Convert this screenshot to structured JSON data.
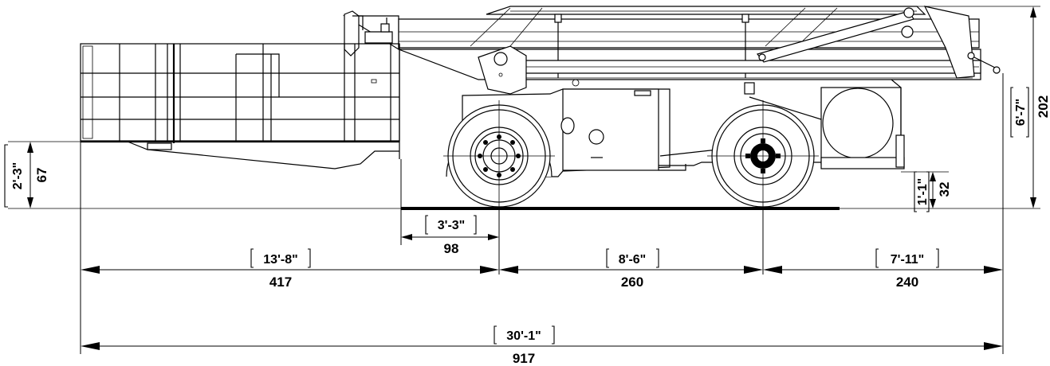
{
  "dimensions": {
    "platform_height": {
      "metric": "67",
      "imperial": "2'-3\""
    },
    "overall_height": {
      "metric": "202",
      "imperial": "6'-7\""
    },
    "ground_clearance": {
      "metric": "32",
      "imperial": "1'-1\""
    },
    "front_overhang_offset": {
      "metric": "98",
      "imperial": "3'-3\""
    },
    "platform_to_front_axle": {
      "metric": "417",
      "imperial": "13'-8\""
    },
    "wheelbase": {
      "metric": "260",
      "imperial": "8'-6\""
    },
    "rear_overhang": {
      "metric": "240",
      "imperial": "7'-11\""
    },
    "overall_length": {
      "metric": "917",
      "imperial": "30'-1\""
    }
  }
}
